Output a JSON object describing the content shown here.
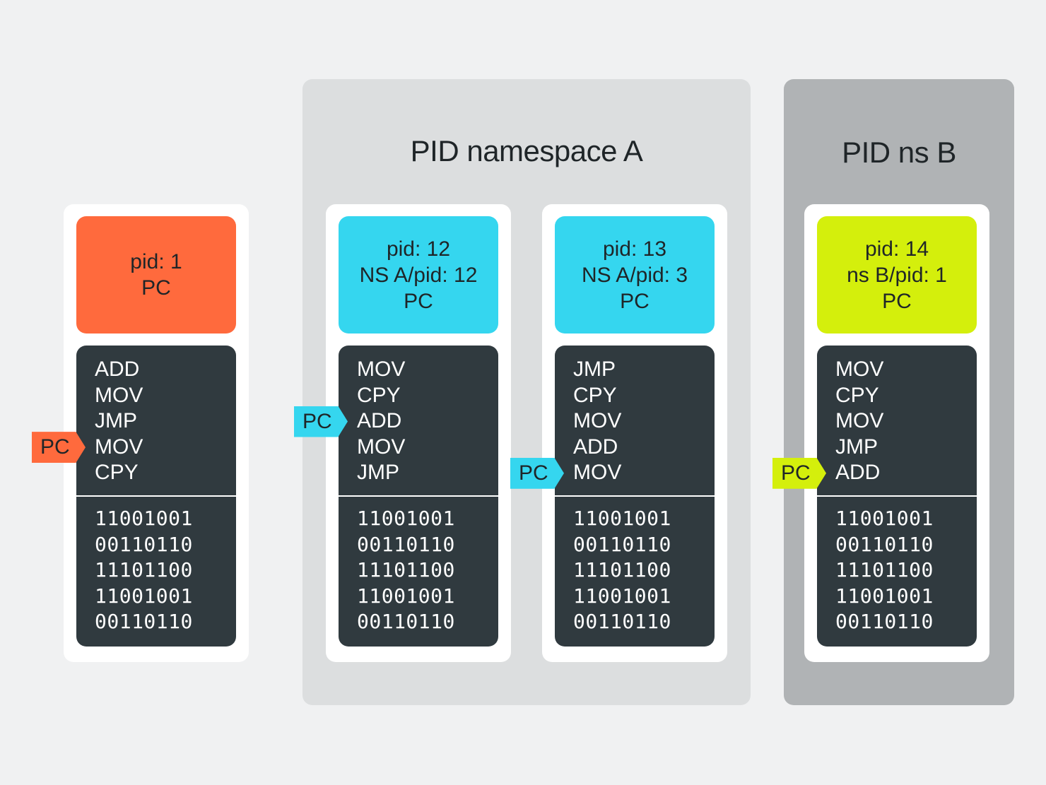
{
  "namespaces": {
    "a": {
      "title": "PID namespace A"
    },
    "b": {
      "title": "PID ns B"
    }
  },
  "colors": {
    "root": "#ff6a3d",
    "ns_a": "#35d6ef",
    "ns_b": "#d4ef0c",
    "memory": "#303a3f"
  },
  "processes": [
    {
      "header": [
        "pid: 1",
        "PC"
      ],
      "pc_label": "PC",
      "pc_index": 3,
      "instructions": [
        "ADD",
        "MOV",
        "JMP",
        "MOV",
        "CPY"
      ],
      "binary": [
        "11001001",
        "00110110",
        "11101100",
        "11001001",
        "00110110"
      ]
    },
    {
      "header": [
        "pid: 12",
        "NS A/pid: 12",
        "PC"
      ],
      "pc_label": "PC",
      "pc_index": 2,
      "instructions": [
        "MOV",
        "CPY",
        "ADD",
        "MOV",
        "JMP"
      ],
      "binary": [
        "11001001",
        "00110110",
        "11101100",
        "11001001",
        "00110110"
      ]
    },
    {
      "header": [
        "pid: 13",
        "NS A/pid: 3",
        "PC"
      ],
      "pc_label": "PC",
      "pc_index": 4,
      "instructions": [
        "JMP",
        "CPY",
        "MOV",
        "ADD",
        "MOV"
      ],
      "binary": [
        "11001001",
        "00110110",
        "11101100",
        "11001001",
        "00110110"
      ]
    },
    {
      "header": [
        "pid: 14",
        "ns B/pid: 1",
        "PC"
      ],
      "pc_label": "PC",
      "pc_index": 4,
      "instructions": [
        "MOV",
        "CPY",
        "MOV",
        "JMP",
        "ADD"
      ],
      "binary": [
        "11001001",
        "00110110",
        "11101100",
        "11001001",
        "00110110"
      ]
    }
  ]
}
